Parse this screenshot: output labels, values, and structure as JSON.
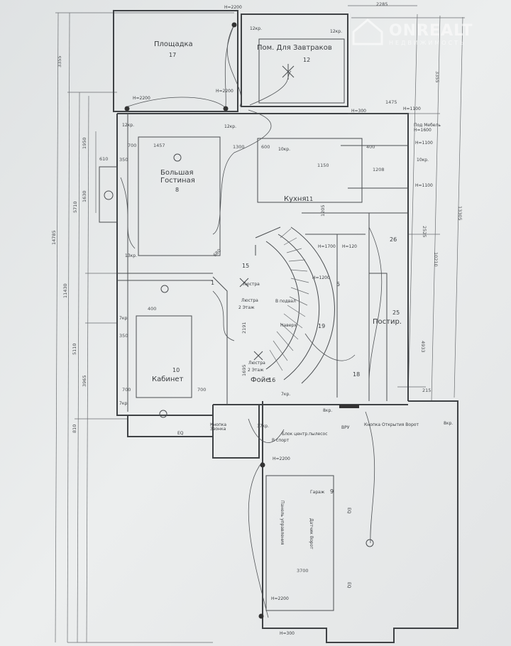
{
  "watermark": {
    "brand": "ONREALT",
    "tagline": "НЕДВИЖИМОСТЬ"
  },
  "rooms": {
    "landing": {
      "label": "Площадка",
      "num": "17"
    },
    "breakfast": {
      "label": "Пом. Для Завтраков",
      "num": "12"
    },
    "living": {
      "label1": "Большая",
      "label2": "Гостиная",
      "num": "8"
    },
    "kitchen": {
      "label": "Кухня",
      "num": "11"
    },
    "study": {
      "label": "Кабинет",
      "num": "10"
    },
    "foyer": {
      "label": "Фойе",
      "num": "16"
    },
    "laundry": {
      "label": "Постир.",
      "num": "25"
    },
    "garage": {
      "label": "Гараж",
      "num": "9"
    },
    "hall": {
      "num": "15"
    },
    "bath": {
      "num": "5"
    },
    "closet19": {
      "num": "19"
    },
    "room18": {
      "num": "18"
    },
    "room26": {
      "num": "26"
    },
    "vestibule": {
      "num": "1"
    }
  },
  "annotations": {
    "chandelier": "Люстра",
    "chandelier_2f_a1": "Люстра",
    "chandelier_2f_a2": "2 Этаж",
    "chandelier_2f_b1": "Люстра",
    "chandelier_2f_b2": "2 Этаж",
    "basement": "В подвал",
    "upstairs": "Наверх",
    "vru": "ВРУ",
    "gate_button": "Кнопка Открытия Ворот",
    "bell1": "Кнопка",
    "bell2": "Звонка",
    "vacuum": "Блок центр.пылесос",
    "sport": "В спорт",
    "control_panel": "Панель управления",
    "gate_sensor": "Датчик Ворот",
    "h2200": "H=2200",
    "h300": "H=300",
    "h1100": "H=1100",
    "h1200": "H=1200",
    "h1700": "H=1700",
    "h120": "H=120",
    "h1600": "H=1600",
    "furniture": "Под Мебель",
    "s12": "12кр.",
    "s10": "10кр.",
    "s7": "7кр.",
    "s8": "8кр.",
    "s13": "13кр.",
    "s37": "37кр.",
    "eq": "EQ"
  },
  "dims": {
    "d3355": "3355",
    "d1950": "1950",
    "d610": "610",
    "d5710": "5710",
    "d1630": "1630",
    "d14785": "14785",
    "d11430": "11430",
    "d5110": "5110",
    "d3965": "3965",
    "d810": "810",
    "d2285": "2285",
    "d1475": "1475",
    "d13305": "13305",
    "d2525": "2525",
    "d10210": "10210",
    "d4933": "4933",
    "d215": "215",
    "d700": "700",
    "d1457": "1457",
    "d1300": "1300",
    "d600": "600",
    "d1150": "1150",
    "d1208": "1208",
    "d400": "400",
    "d350": "350",
    "d3700": "3700",
    "d680": "680",
    "d2191": "2191",
    "d1695": "1695",
    "d1205": "1205"
  }
}
